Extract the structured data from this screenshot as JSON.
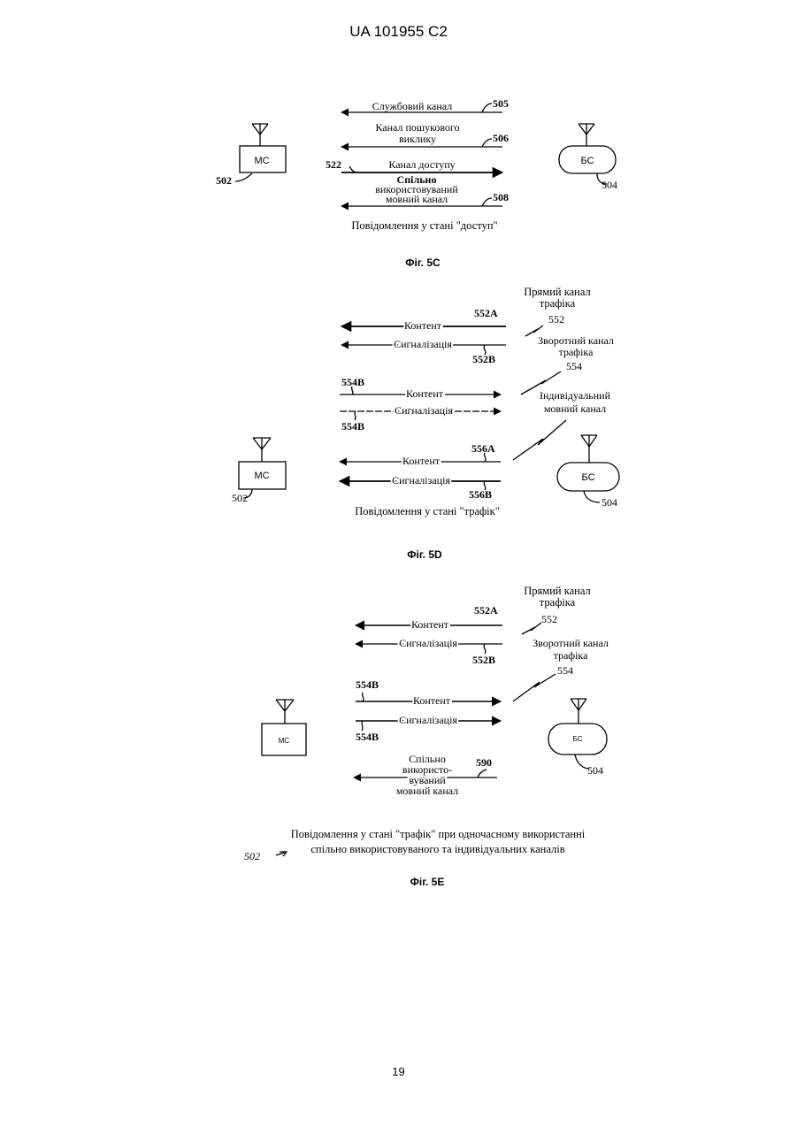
{
  "header": {
    "doc_id": "UA   101955   C2"
  },
  "page_number": "19",
  "fig5c": {
    "caption": "Фіг. 5С",
    "mobile_label": "МС",
    "base_label": "БС",
    "mobile_ref": "502",
    "base_ref": "504",
    "service_channel": "Службовий канал",
    "ref_505": "505",
    "paging_line1": "Канал пошукового",
    "paging_line2": "виклику",
    "ref_506": "506",
    "ref_522": "522",
    "access_channel": "Канал доступу",
    "shared_line1": "Спільно",
    "shared_line2": "використовуваний",
    "shared_line3": "мовний канал",
    "ref_508": "508",
    "state_msg": "Повідомлення у стані \"доступ\""
  },
  "fig5d": {
    "caption": "Фіг. 5D",
    "mobile_label": "МС",
    "base_label": "БС",
    "mobile_ref": "502",
    "base_ref": "504",
    "fwd_line1": "Прямий канал",
    "fwd_line2": "трафіка",
    "ref_552": "552",
    "rev_line1": "Зворотний канал",
    "rev_line2": "трафіка",
    "ref_554": "554",
    "ind_line1": "Індивідуальний",
    "ind_line2": "мовний канал",
    "content": "Контент",
    "signaling": "Сигналізація",
    "ref_552a": "552A",
    "ref_552b": "552B",
    "ref_554b_top": "554B",
    "ref_554b_bot": "554B",
    "ref_556a": "556A",
    "ref_556b": "556B",
    "state_msg": "Повідомлення у стані \"трафік\""
  },
  "fig5e": {
    "caption": "Фіг. 5E",
    "mobile_label": "МС",
    "base_label": "БС",
    "base_ref": "504",
    "fwd_line1": "Прямий канал",
    "fwd_line2": "трафіка",
    "ref_552": "552",
    "rev_line1": "Зворотний канал",
    "rev_line2": "трафіка",
    "ref_554": "554",
    "content": "Контент",
    "signaling": "Сигналізація",
    "ref_552a": "552A",
    "ref_552b": "552B",
    "ref_554b_top": "554B",
    "ref_554b_bot": "554B",
    "shared_line1": "Спільно",
    "shared_line2": "використо-",
    "shared_line3": "вуваний",
    "shared_line4": "мовний канал",
    "ref_590": "590",
    "msg_line1": "Повідомлення у стані \"трафік\" при одночасному використанні",
    "msg_line2": "спільно використовуваного та індивідуальних каналів",
    "handwritten_ref": "502"
  }
}
